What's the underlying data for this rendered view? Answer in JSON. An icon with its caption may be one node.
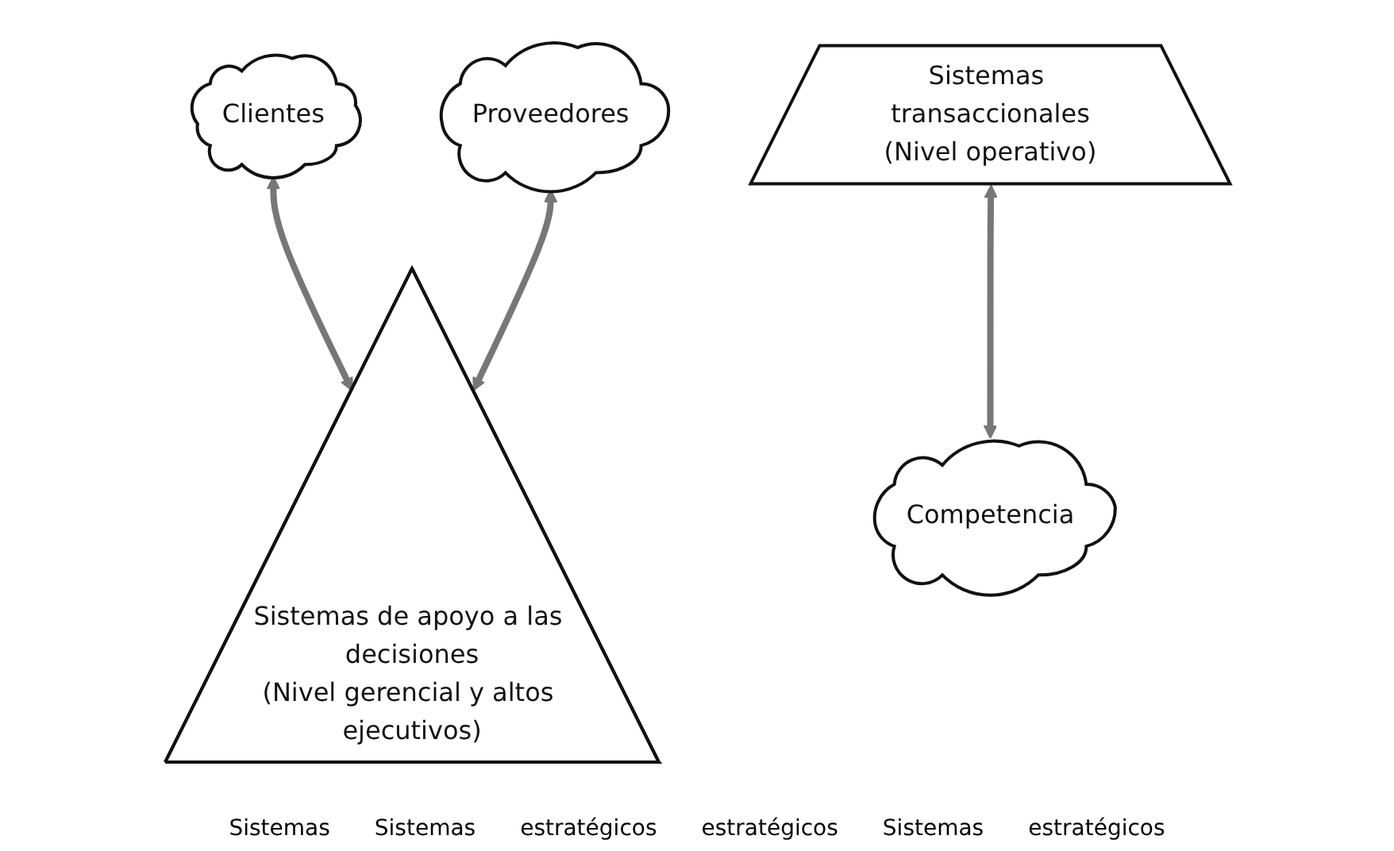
{
  "diagram": {
    "nodes": [
      {
        "text": [
          "Clientes"
        ]
      },
      {
        "text": [
          "Proveedores"
        ]
      },
      {
        "text": [
          "Sistemas de apoyo a las decisiones",
          "(Nivel gerencial y altos ejecutivos)"
        ]
      },
      {
        "text": [
          "Sistemas transaccionales",
          "(Nivel operativo)"
        ]
      },
      {
        "text": [
          "Competencia"
        ]
      }
    ],
    "edges": [
      {
        "from": 0,
        "to": 2,
        "arrow": "both"
      },
      {
        "from": 1,
        "to": 2,
        "arrow": "both"
      },
      {
        "from": 3,
        "to": 4,
        "arrow": "both"
      }
    ],
    "labels": [
      "Sistemas",
      "Sistemas",
      "estratégicos",
      "estratégicos",
      "Sistemas",
      "estratégicos"
    ]
  }
}
